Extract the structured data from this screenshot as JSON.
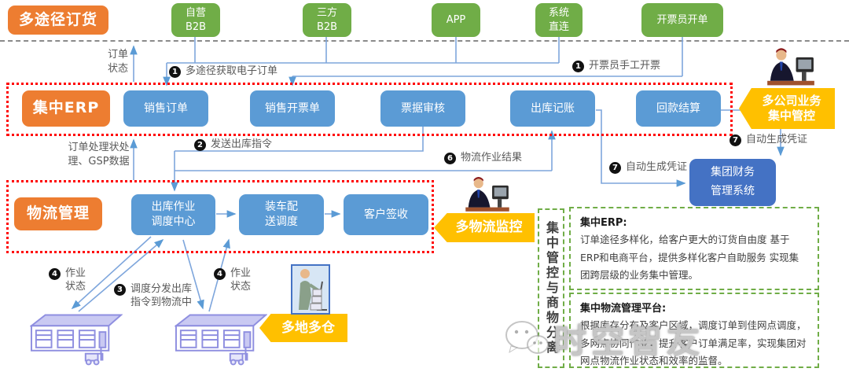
{
  "top_row": {
    "header": "多途径订货",
    "channels": [
      "自营\nB2B",
      "三方\nB2B",
      "APP",
      "系统\n直连",
      "开票员开单"
    ]
  },
  "erp": {
    "header": "集中ERP",
    "boxes": [
      "销售订单",
      "销售开票单",
      "票据审核",
      "出库记账",
      "回款结算"
    ]
  },
  "logistics": {
    "header": "物流管理",
    "boxes": [
      "出库作业\n调度中心",
      "装车配\n送调度",
      "客户签收"
    ]
  },
  "finance_box": "集团财务\n管理系统",
  "callouts": {
    "multi_company": "多公司业务\n集中管控",
    "multi_logistics": "多物流监控",
    "multi_warehouse": "多地多仓"
  },
  "side_labels": {
    "order_status": "订单\n状态",
    "gsp": "订单处理状处\n理、GSP数据"
  },
  "steps": {
    "s1a": {
      "num": "1",
      "text": "多途径获取电子订单"
    },
    "s1b": {
      "num": "1",
      "text": "开票员手工开票"
    },
    "s2": {
      "num": "2",
      "text": "发送出库指令"
    },
    "s3": {
      "num": "3",
      "text": "调度分发出库\n指令到物流中"
    },
    "s4a": {
      "num": "4",
      "text": "作业\n状态"
    },
    "s4b": {
      "num": "4",
      "text": "作业\n状态"
    },
    "s6": {
      "num": "6",
      "text": "物流作业结果"
    },
    "s7a": {
      "num": "7",
      "text": "自动生成凭证"
    },
    "s7b": {
      "num": "7",
      "text": "自动生成凭证"
    }
  },
  "panel": {
    "vertical_label": "集中管控与商物分离",
    "sections": [
      {
        "title": "集中ERP:",
        "body": "订单途径多样化，给客户更大的订货自由度 基于ERP和电商平台，提供多样化客户自助服务 实现集团跨层级的业务集中管理。"
      },
      {
        "title": "集中物流管理平台:",
        "body": "根据库存分布及客户区域，调度订单到佳网点调度，多网点协同作业，提升客户订单满足率，实现集团对网点物流作业状态和效率的监督。"
      }
    ]
  },
  "watermark": "时空智友",
  "colors": {
    "light_blue": "#5B9BD5",
    "dark_blue": "#4472C4",
    "orange": "#ED7D31",
    "green": "#70AD47",
    "yellow": "#FFC000",
    "red_border": "#FF0000",
    "wire": "#7EA6DC"
  }
}
